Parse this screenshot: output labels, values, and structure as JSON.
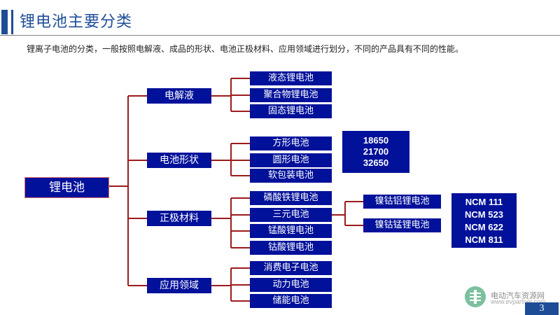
{
  "title": "锂电池主要分类",
  "subtitle": "锂离子电池的分类，一般按照电解液、成品的形状、电池正极材料、应用领域进行划分，不同的产品具有不同的性能。",
  "root": "锂电池",
  "categories": [
    {
      "label": "电解液",
      "items": [
        "液态锂电池",
        "聚合物锂电池",
        "固态锂电池"
      ]
    },
    {
      "label": "电池形状",
      "items": [
        "方形电池",
        "圆形电池",
        "软包装电池"
      ]
    },
    {
      "label": "正极材料",
      "items": [
        "磷酸铁锂电池",
        "三元电池",
        "锰酸锂电池",
        "钴酸锂电池"
      ]
    },
    {
      "label": "应用领域",
      "items": [
        "消费电子电池",
        "动力电池",
        "储能电池"
      ]
    }
  ],
  "cell_sizes": [
    "18650",
    "21700",
    "32650"
  ],
  "ternary_types": [
    "镍钴铝锂电池",
    "镍钴锰锂电池"
  ],
  "ncm_grades": [
    "NCM 111",
    "NCM 523",
    "NCM 622",
    "NCM 811"
  ],
  "watermark": {
    "name": "电动汽车资源网",
    "url": "www.evpartner.com"
  },
  "page_number": "3",
  "colors": {
    "box": "#02119a",
    "line": "#9b1b1b",
    "accent": "#1d4d97"
  }
}
